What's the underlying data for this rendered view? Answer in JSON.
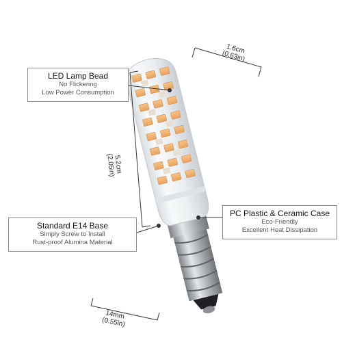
{
  "callouts": {
    "led": {
      "title": "LED Lamp Bead",
      "lines": [
        "No Flickering",
        "Low Power Consumption"
      ]
    },
    "base": {
      "title": "Standard E14 Base",
      "lines": [
        "Simply Screw to Install",
        "Rust-proof Alumina Material"
      ]
    },
    "case": {
      "title": "PC Plastic & Ceramic Case",
      "lines": [
        "Eco-Friendly",
        "Excellent Heat Dissipation"
      ]
    }
  },
  "dimensions": {
    "width_top": {
      "metric": "1.6cm",
      "imperial": "(0.63in)"
    },
    "length": {
      "metric": "5.2cm",
      "imperial": "(2.05in)"
    },
    "base_width": {
      "metric": "14mm",
      "imperial": "(0.55in)"
    }
  },
  "colors": {
    "led_chip": "#f2b16a",
    "led_chip_dim": "#d9c8b8",
    "body": "#eef1f3",
    "metal": "#b9bcbf"
  }
}
